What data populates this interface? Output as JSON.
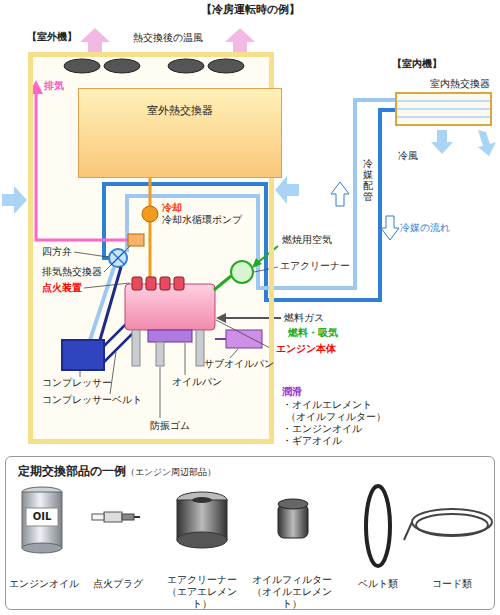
{
  "diagram": {
    "title": "【冷房運転時の例】",
    "nodes": [
      {
        "text": [
          "【室外機】"
        ]
      },
      {
        "text": [
          "室外熱交換器"
        ],
        "in": 0
      },
      {
        "text": [
          "室内熱交換器"
        ]
      },
      {
        "text": [
          "定期交換部品の一例",
          "（エンジン周辺部品）"
        ]
      }
    ],
    "edges": [
      {
        "from": 0,
        "to": 2,
        "arrow": "none"
      }
    ],
    "labels": [
      "熱交換後の温風",
      "排気",
      "冷却",
      "冷却水循環ポンプ",
      "四方弁",
      "排気熱交換器",
      "点火装置",
      "燃焼用空気",
      "エアクリーナー",
      "燃料ガス",
      "燃料・吸気",
      "エンジン本体",
      "コンプレッサー",
      "コンプレッサーベルト",
      "オイルパン",
      "サブオイルパン",
      "防振ゴム",
      "潤滑",
      "・オイルエレメント",
      "（オイルフィルター）",
      "・エンジンオイル",
      "・ギアオイル",
      "【室内機】",
      "冷風",
      "冷媒配管",
      "冷媒の流れ",
      "OIL",
      "エンジンオイル",
      "点火プラグ",
      "エアクリーナー （エアエレメント）",
      "オイルフィルター （オイルエレメント）",
      "ベルト類",
      "コード類"
    ]
  }
}
